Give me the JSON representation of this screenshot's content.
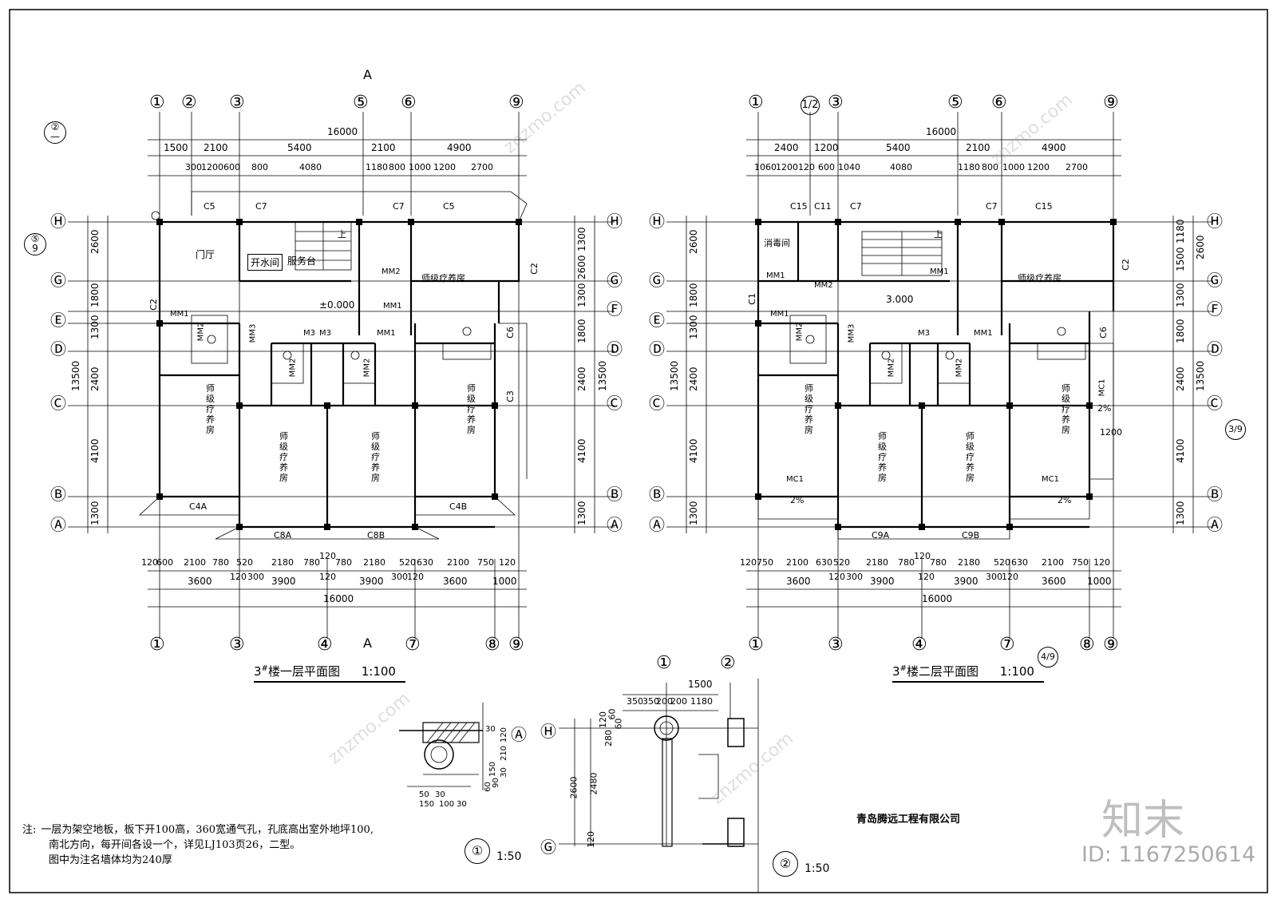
{
  "plans": [
    {
      "id": "first-floor",
      "axes_top": [
        "①",
        "②",
        "③",
        "⑤",
        "⑥",
        "⑨"
      ],
      "axes_bottom": [
        "①",
        "③",
        "④",
        "⑦",
        "⑧",
        "⑨"
      ],
      "axes_side": [
        "Ⓗ",
        "Ⓖ",
        "Ⓔ",
        "Ⓓ",
        "Ⓒ",
        "Ⓑ",
        "Ⓐ"
      ],
      "axes_right": [
        "Ⓗ",
        "Ⓖ",
        "Ⓕ",
        "Ⓓ",
        "Ⓒ",
        "Ⓑ",
        "Ⓐ"
      ],
      "section_mark": "A",
      "top_overall": "16000",
      "top_row1": [
        "1500",
        "2100",
        "5400",
        "2100",
        "4900"
      ],
      "top_row2": [
        "300",
        "1200",
        "600",
        "800",
        "4080",
        "1180",
        "800",
        "1000",
        "1200",
        "2700"
      ],
      "bottom_row1": [
        "120",
        "600",
        "2100",
        "780",
        "520",
        "2180",
        "780",
        "120",
        "780",
        "2180",
        "520",
        "630",
        "2100",
        "750",
        "120"
      ],
      "bottom_row2": [
        "3600",
        "120",
        "300",
        "3900",
        "120",
        "3900",
        "300",
        "120",
        "3600",
        "1000"
      ],
      "bottom_overall": "16000",
      "left_dims": [
        "2600",
        "1800",
        "1300",
        "2400",
        "4100",
        "1300"
      ],
      "left_overall": "13500",
      "right_dims": [
        "1300",
        "2600",
        "1300",
        "1800",
        "2400",
        "4100",
        "1300"
      ],
      "right_overall": "13500",
      "rooms": [
        "开水间",
        "服务台",
        "门厅",
        "师级疗养房",
        "师级疗养房",
        "师级疗养房",
        "师级疗养房",
        "师级疗养房"
      ],
      "level": "±0.000",
      "windows": [
        "C5",
        "C7",
        "C7",
        "C5",
        "C2",
        "C2",
        "C6",
        "C3",
        "C4A",
        "C8A",
        "C8B",
        "C4B"
      ],
      "doors": [
        "MM1",
        "MM2",
        "MM3",
        "M3",
        "M3",
        "MM1",
        "MM2",
        "MM2",
        "MM1",
        "MM2"
      ],
      "stair_label": "上",
      "title": "3",
      "title_sup": "#",
      "title_text": "楼一层平面图",
      "scale": "1:100"
    },
    {
      "id": "second-floor",
      "axes_top": [
        "①",
        "1/2",
        "③",
        "⑤",
        "⑥",
        "⑨"
      ],
      "axes_bottom": [
        "①",
        "③",
        "④",
        "⑦",
        "⑧",
        "⑨"
      ],
      "axes_side": [
        "Ⓗ",
        "Ⓖ",
        "Ⓔ",
        "Ⓓ",
        "Ⓒ",
        "Ⓑ",
        "Ⓐ"
      ],
      "axes_right": [
        "Ⓗ",
        "Ⓖ",
        "Ⓕ",
        "Ⓓ",
        "Ⓒ",
        "Ⓑ",
        "Ⓐ"
      ],
      "top_overall": "16000",
      "top_row1": [
        "2400",
        "1200",
        "5400",
        "2100",
        "4900"
      ],
      "top_row2": [
        "1060",
        "1200",
        "120",
        "600",
        "1040",
        "4080",
        "1180",
        "800",
        "1000",
        "1200",
        "2700"
      ],
      "bottom_row1": [
        "120",
        "750",
        "2100",
        "630",
        "520",
        "2180",
        "780",
        "120",
        "780",
        "2180",
        "520",
        "630",
        "2100",
        "750",
        "120"
      ],
      "bottom_row2": [
        "3600",
        "120",
        "300",
        "3900",
        "120",
        "3900",
        "300",
        "120",
        "3600",
        "1000"
      ],
      "bottom_overall": "16000",
      "left_dims": [
        "2600",
        "1800",
        "1300",
        "2400",
        "4100",
        "1300"
      ],
      "left_overall": "13500",
      "right_dims": [
        "1180",
        "1500",
        "2600",
        "1300",
        "1800",
        "2400",
        "4100",
        "1300"
      ],
      "right_overall": "13500",
      "rooms": [
        "消毒间",
        "师级疗养房",
        "师级疗养房",
        "师级疗养房",
        "师级疗养房",
        "师级疗养房"
      ],
      "level": "3.000",
      "windows": [
        "C15",
        "C11",
        "C7",
        "C7",
        "C15",
        "C2",
        "C1",
        "C6",
        "C9A",
        "C9B"
      ],
      "doors": [
        "MM1",
        "MM2",
        "MM1",
        "MM2",
        "MM3",
        "M3",
        "MM1",
        "MM2",
        "MM2",
        "MM1",
        "MC1",
        "MC1",
        "MC1"
      ],
      "slope": "2%",
      "extra_dim": "1200",
      "bottom_axis_extra": "4/9",
      "side_axis_extra": "3/9",
      "stair_label": "上",
      "title": "3",
      "title_sup": "#",
      "title_text": "楼二层平面图",
      "scale": "1:100"
    }
  ],
  "details": [
    {
      "id": "detail-1",
      "axis": "Ⓐ",
      "dims": [
        "30",
        "120",
        "210",
        "150",
        "30",
        "60",
        "90",
        "50",
        "30",
        "150",
        "100",
        "30"
      ],
      "label": "①",
      "scale": "1:50"
    },
    {
      "id": "detail-2",
      "axes_top": [
        "①",
        "②"
      ],
      "axes_side": [
        "Ⓗ",
        "Ⓖ"
      ],
      "top_dims": [
        "350",
        "350",
        "200",
        "200",
        "1180"
      ],
      "top_overall": "1500",
      "side_dims": [
        "120",
        "280",
        "60",
        "60",
        "2480",
        "2600",
        "120"
      ],
      "label": "②",
      "scale": "1:50"
    }
  ],
  "callout": {
    "top": "②",
    "bottom": "—"
  },
  "callout_left": {
    "top": "⑤",
    "bottom": "9"
  },
  "notes": {
    "prefix": "注:",
    "line1": "一层为架空地板，板下开100高，360宽通气孔，孔底高出室外地坪100,",
    "line2": "南北方向，每开间各设一个，详见LJ103页26，二型。",
    "line3": "图中为注名墙体均为240厚"
  },
  "company": "青岛腾远工程有限公司",
  "watermarks": {
    "brand": "知末",
    "id": "ID: 1167250614",
    "site": "znzmo.com"
  },
  "colors": {
    "line": "#000000",
    "hatch": "#000000",
    "watermark": "#9a9a9a"
  }
}
